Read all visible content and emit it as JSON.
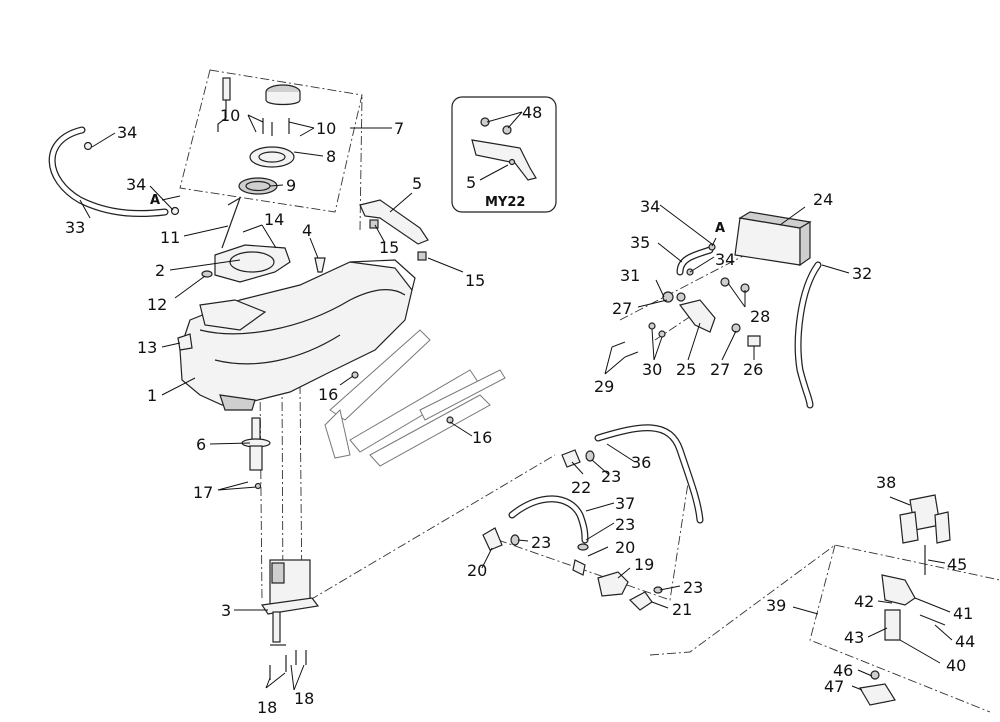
{
  "inset": {
    "model_label": "MY22",
    "callouts": [
      "48",
      "5"
    ]
  },
  "view_marker": "A",
  "callouts": {
    "c1": "1",
    "c2": "2",
    "c3": "3",
    "c4": "4",
    "c5": "5",
    "c6": "6",
    "c7": "7",
    "c8": "8",
    "c9": "9",
    "c10a": "10",
    "c10b": "10",
    "c11": "11",
    "c12": "12",
    "c13": "13",
    "c14": "14",
    "c15a": "15",
    "c15b": "15",
    "c16a": "16",
    "c16b": "16",
    "c17": "17",
    "c18a": "18",
    "c18b": "18",
    "c19": "19",
    "c20a": "20",
    "c20b": "20",
    "c21": "21",
    "c22": "22",
    "c23a": "23",
    "c23b": "23",
    "c23c": "23",
    "c23d": "23",
    "c24": "24",
    "c25": "25",
    "c26": "26",
    "c27a": "27",
    "c27b": "27",
    "c28": "28",
    "c29": "29",
    "c30": "30",
    "c31": "31",
    "c32": "32",
    "c33": "33",
    "c34a": "34",
    "c34b": "34",
    "c34c": "34",
    "c34d": "34",
    "c35": "35",
    "c36": "36",
    "c37": "37",
    "c38": "38",
    "c39": "39",
    "c40": "40",
    "c41": "41",
    "c42": "42",
    "c43": "43",
    "c44": "44",
    "c45": "45",
    "c46": "46",
    "c47": "47"
  }
}
